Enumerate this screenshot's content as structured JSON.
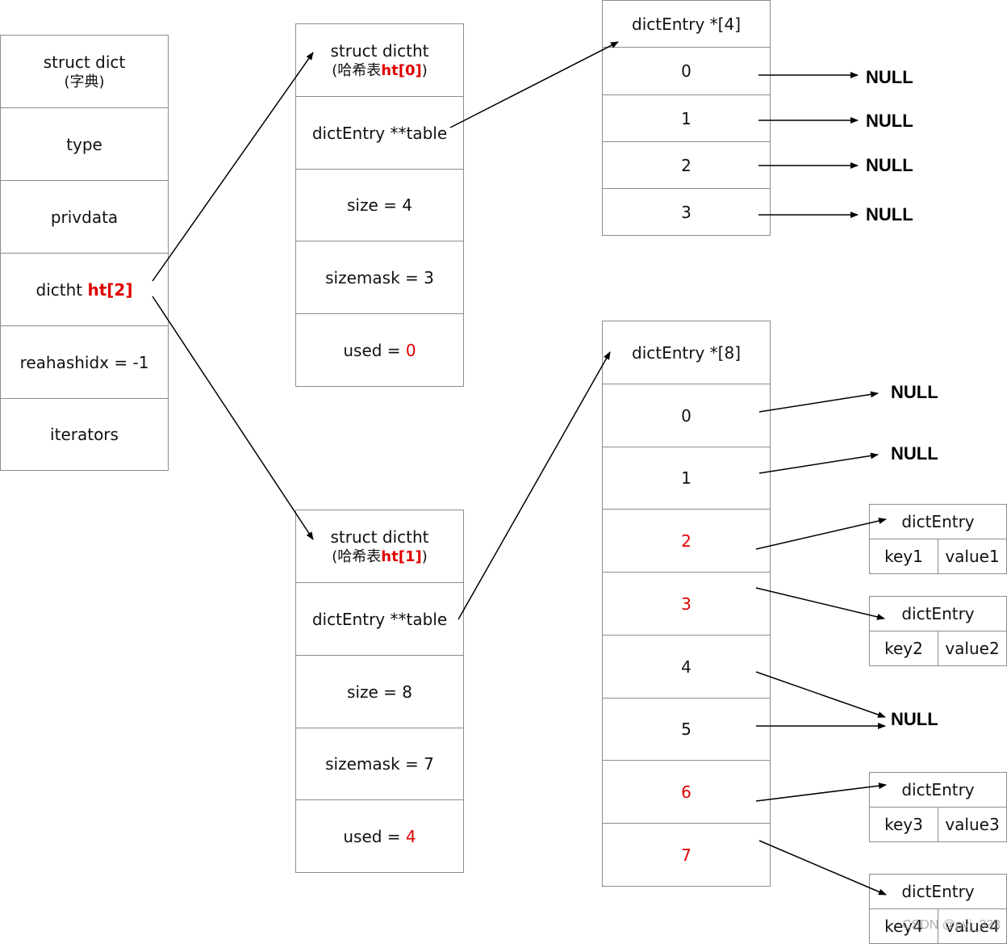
{
  "dict": {
    "title": "struct dict",
    "subtitle": "(字典)",
    "fields": {
      "type": "type",
      "privdata": "privdata",
      "ht_prefix": "dictht ",
      "ht_name": "ht[2]",
      "rehashidx": "reahashidx = -1",
      "iterators": "iterators"
    }
  },
  "ht0": {
    "title": "struct dictht",
    "subtitle_prefix": "(哈希表",
    "subtitle_name": "ht[0]",
    "subtitle_suffix": ")",
    "table": "dictEntry **table",
    "size": "size = 4",
    "sizemask": "sizemask = 3",
    "used_label": "used = ",
    "used_value": "0"
  },
  "ht1": {
    "title": "struct dictht",
    "subtitle_prefix": "(哈希表",
    "subtitle_name": "ht[1]",
    "subtitle_suffix": ")",
    "table": "dictEntry **table",
    "size": "size = 8",
    "sizemask": "sizemask = 7",
    "used_label": "used = ",
    "used_value": "4"
  },
  "array4": {
    "header": "dictEntry *[4]",
    "slots": [
      "0",
      "1",
      "2",
      "3"
    ]
  },
  "array8": {
    "header": "dictEntry *[8]",
    "slots": [
      "0",
      "1",
      "2",
      "3",
      "4",
      "5",
      "6",
      "7"
    ],
    "occupied": [
      false,
      false,
      true,
      true,
      false,
      false,
      true,
      true
    ]
  },
  "null_label": "NULL",
  "entries": [
    {
      "title": "dictEntry",
      "key": "key1",
      "value": "value1"
    },
    {
      "title": "dictEntry",
      "key": "key2",
      "value": "value2"
    },
    {
      "title": "dictEntry",
      "key": "key3",
      "value": "value3"
    },
    {
      "title": "dictEntry",
      "key": "key4",
      "value": "value4"
    }
  ],
  "watermark": "CSDN @pyj_333",
  "colors": {
    "highlight": "#e00000",
    "border": "#8c8c8c",
    "arrow": "#000000"
  }
}
